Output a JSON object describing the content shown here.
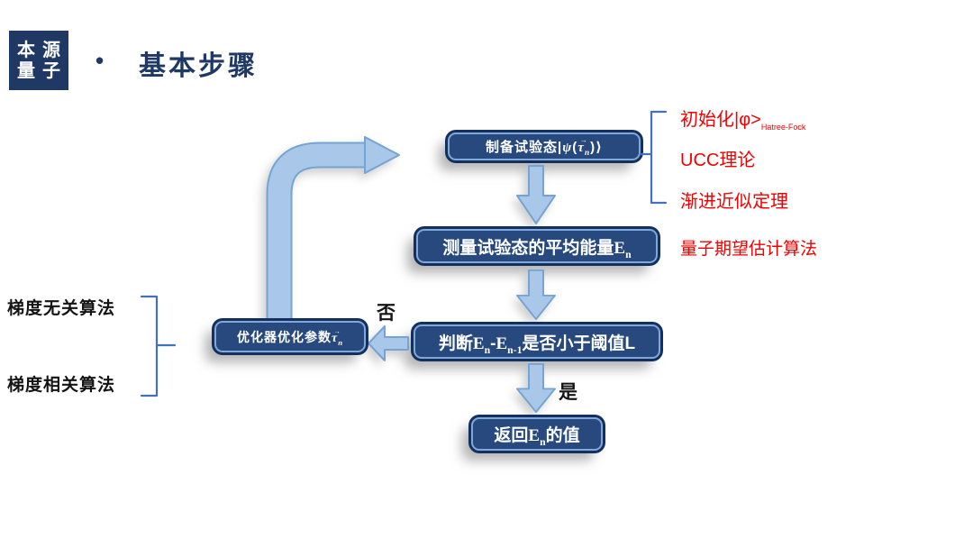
{
  "colors": {
    "navy": "#1F3864",
    "box_fill": "#27497E",
    "box_border_light": "#7FA8DC",
    "box_border_dark": "#16305E",
    "arrow_fill": "#A9C7E9",
    "arrow_border": "#74A3D4",
    "bracket_blue": "#4470BE",
    "red": "#F20000",
    "text_dark": "#141414"
  },
  "logo": {
    "chars": [
      "本",
      "源",
      "量",
      "子"
    ]
  },
  "header": {
    "bullet": "•",
    "title": "基本步骤"
  },
  "flow": {
    "box_prepare": {
      "parts": [
        {
          "t": "制备试验态|"
        },
        {
          "t": "ψ",
          "math": true
        },
        {
          "t": "("
        },
        {
          "t": "τ",
          "vec": true
        },
        {
          "t": "n",
          "sub": true,
          "math": true
        },
        {
          "t": ")⟩"
        }
      ]
    },
    "box_measure": {
      "parts": [
        {
          "t": "测量试验态的平均能量"
        },
        {
          "t": "E",
          "serif": true
        },
        {
          "t": "n",
          "sub": true,
          "serif": true
        }
      ]
    },
    "box_judge": {
      "parts": [
        {
          "t": "判断"
        },
        {
          "t": "E",
          "serif": true
        },
        {
          "t": "n",
          "sub": true,
          "serif": true
        },
        {
          "t": "-"
        },
        {
          "t": "E",
          "serif": true
        },
        {
          "t": "n-1",
          "sub": true,
          "serif": true
        },
        {
          "t": "是否小于阈值L"
        }
      ]
    },
    "box_return": {
      "parts": [
        {
          "t": "返回"
        },
        {
          "t": "E",
          "serif": true
        },
        {
          "t": "n",
          "sub": true,
          "serif": true
        },
        {
          "t": "的值"
        }
      ]
    },
    "box_optimize": {
      "parts": [
        {
          "t": "优化器优化参数"
        },
        {
          "t": "τ",
          "vec": true
        },
        {
          "t": "n",
          "sub": true,
          "math": true
        }
      ]
    },
    "label_no": "否",
    "label_yes": "是"
  },
  "annotations_right": {
    "items": [
      {
        "parts": [
          {
            "t": "初始化|φ>"
          },
          {
            "t": "Hatree-Fock",
            "sub": true
          }
        ]
      },
      {
        "parts": [
          {
            "t": "UCC理论"
          }
        ]
      },
      {
        "parts": [
          {
            "t": "渐进近似定理"
          }
        ]
      }
    ],
    "method": "量子期望估计算法"
  },
  "annotations_left": {
    "items": [
      "梯度无关算法",
      "梯度相关算法"
    ]
  }
}
